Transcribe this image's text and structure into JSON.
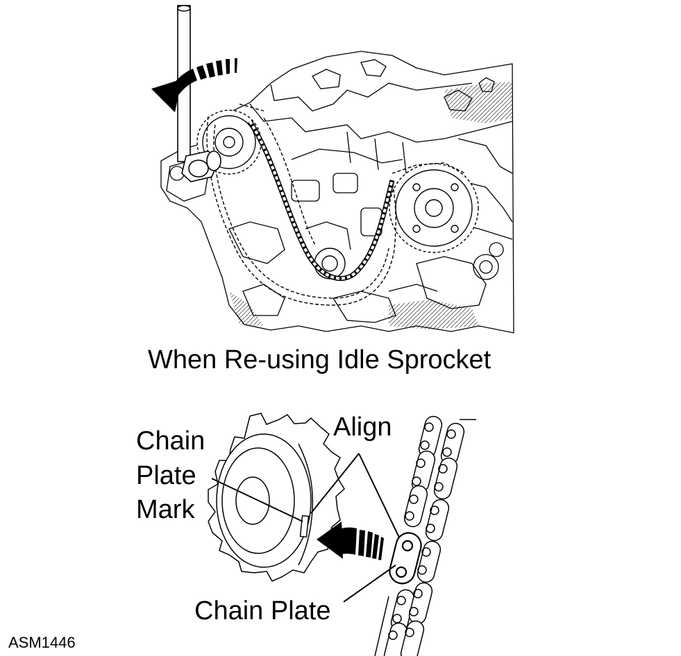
{
  "figure": {
    "caption": "When Re-using Idle Sprocket",
    "labels": {
      "align": "Align",
      "chain_plate_mark": [
        "Chain",
        "Plate",
        "Mark"
      ],
      "chain_plate": "Chain Plate"
    },
    "figure_id": "ASM1446"
  },
  "colors": {
    "line": "#000000",
    "background": "#ffffff",
    "chain_plate_fill": "#ffffff"
  },
  "icons": [
    "rotation-arrow-icon",
    "rotation-arrow-icon"
  ]
}
